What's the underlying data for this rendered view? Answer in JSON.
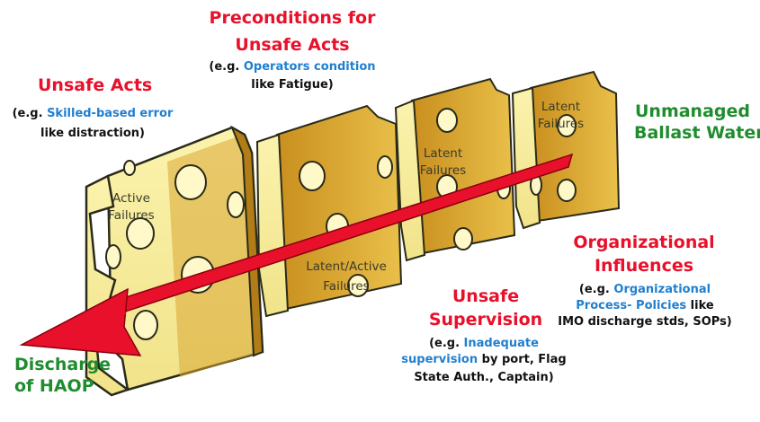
{
  "colors": {
    "cheese_face": "#f7ee9c",
    "cheese_side": "#e2b63c",
    "cheese_dark": "#b27d16",
    "arrow": "#e8102a",
    "heading_red": "#e8102a",
    "heading_green": "#1f8c2e",
    "example_blue": "#1f7fd0"
  },
  "preconditions": {
    "title_line1": "Preconditions for",
    "title_line2": "Unsafe Acts",
    "eg": "(e.g. ",
    "example": "Operators condition",
    "tail": "like Fatigue)"
  },
  "unsafe_acts": {
    "title": "Unsafe Acts",
    "eg": "(e.g. ",
    "example": "Skilled-based error",
    "tail": "like distraction)"
  },
  "ballast": {
    "line1": "Unmanaged",
    "line2": "Ballast Water"
  },
  "organizational": {
    "title_line1": "Organizational",
    "title_line2": "Influences",
    "eg": "(e.g. ",
    "example_line1": "Organizational",
    "example_line2": "Process- Policies",
    "like": " like",
    "tail": "IMO discharge stds, SOPs)"
  },
  "supervision": {
    "title_line1": "Unsafe",
    "title_line2": "Supervision",
    "eg": "(e.g. ",
    "example_line1": "Inadequate",
    "example_line2": "supervision",
    "mid": " by port, Flag",
    "tail": "State Auth., Captain)"
  },
  "discharge": {
    "line1": "Discharge",
    "line2": "of HAOP"
  },
  "slices": {
    "active_line1": "Active",
    "active_line2": "Failures",
    "latent_active_line1": "Latent/Active",
    "latent_active_line2": "Failures",
    "latent3_line1": "Latent",
    "latent3_line2": "Failures",
    "latent4_line1": "Latent",
    "latent4_line2": "Failures"
  }
}
